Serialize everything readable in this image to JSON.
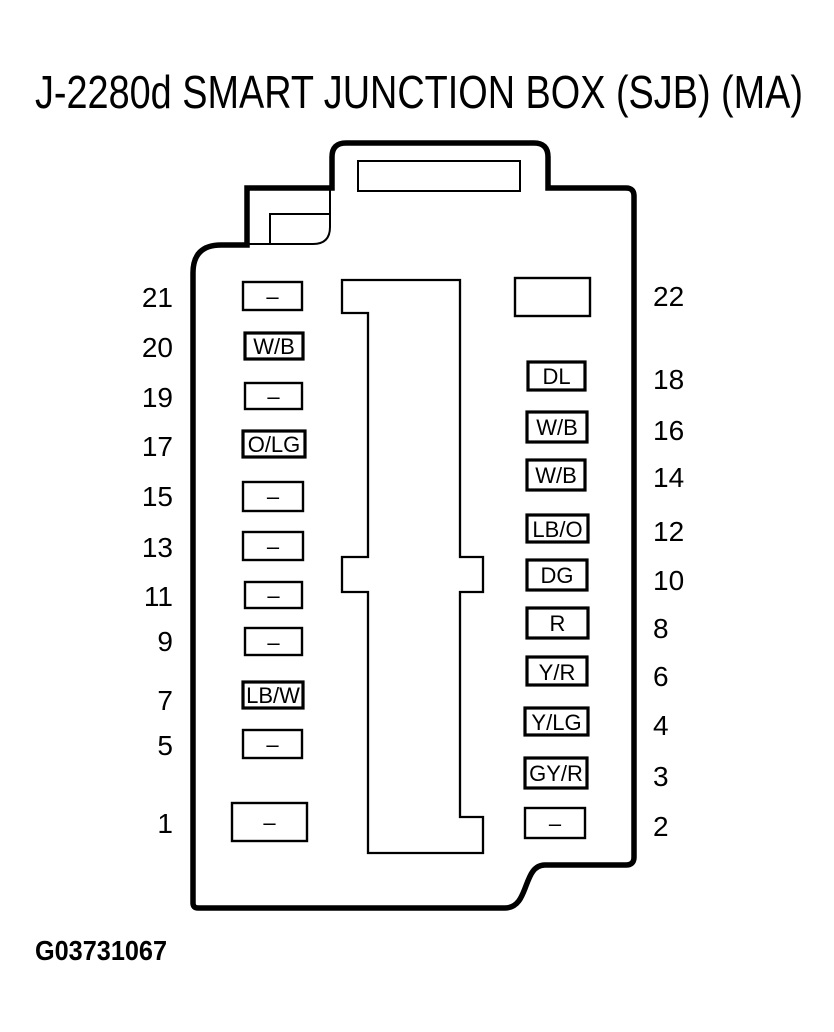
{
  "title": "J-2280d SMART JUNCTION BOX (SJB) (MA)",
  "figure_code": "G03731067",
  "colors": {
    "ink": "#000000",
    "paper": "#ffffff"
  },
  "connector": {
    "name": "Smart Junction Box connector face",
    "left_pins": [
      {
        "number": "21",
        "label": "–"
      },
      {
        "number": "20",
        "label": "W/B"
      },
      {
        "number": "19",
        "label": "–"
      },
      {
        "number": "17",
        "label": "O/LG"
      },
      {
        "number": "15",
        "label": "–"
      },
      {
        "number": "13",
        "label": "–"
      },
      {
        "number": "11",
        "label": "–"
      },
      {
        "number": "9",
        "label": "–"
      },
      {
        "number": "7",
        "label": "LB/W"
      },
      {
        "number": "5",
        "label": "–"
      },
      {
        "number": "1",
        "label": "–"
      }
    ],
    "right_pins": [
      {
        "number": "22",
        "label": ""
      },
      {
        "number": "18",
        "label": "DL"
      },
      {
        "number": "16",
        "label": "W/B"
      },
      {
        "number": "14",
        "label": "W/B"
      },
      {
        "number": "12",
        "label": "LB/O"
      },
      {
        "number": "10",
        "label": "DG"
      },
      {
        "number": "8",
        "label": "R"
      },
      {
        "number": "6",
        "label": "Y/R"
      },
      {
        "number": "4",
        "label": "Y/LG"
      },
      {
        "number": "3",
        "label": "GY/R"
      },
      {
        "number": "2",
        "label": "–"
      }
    ]
  }
}
